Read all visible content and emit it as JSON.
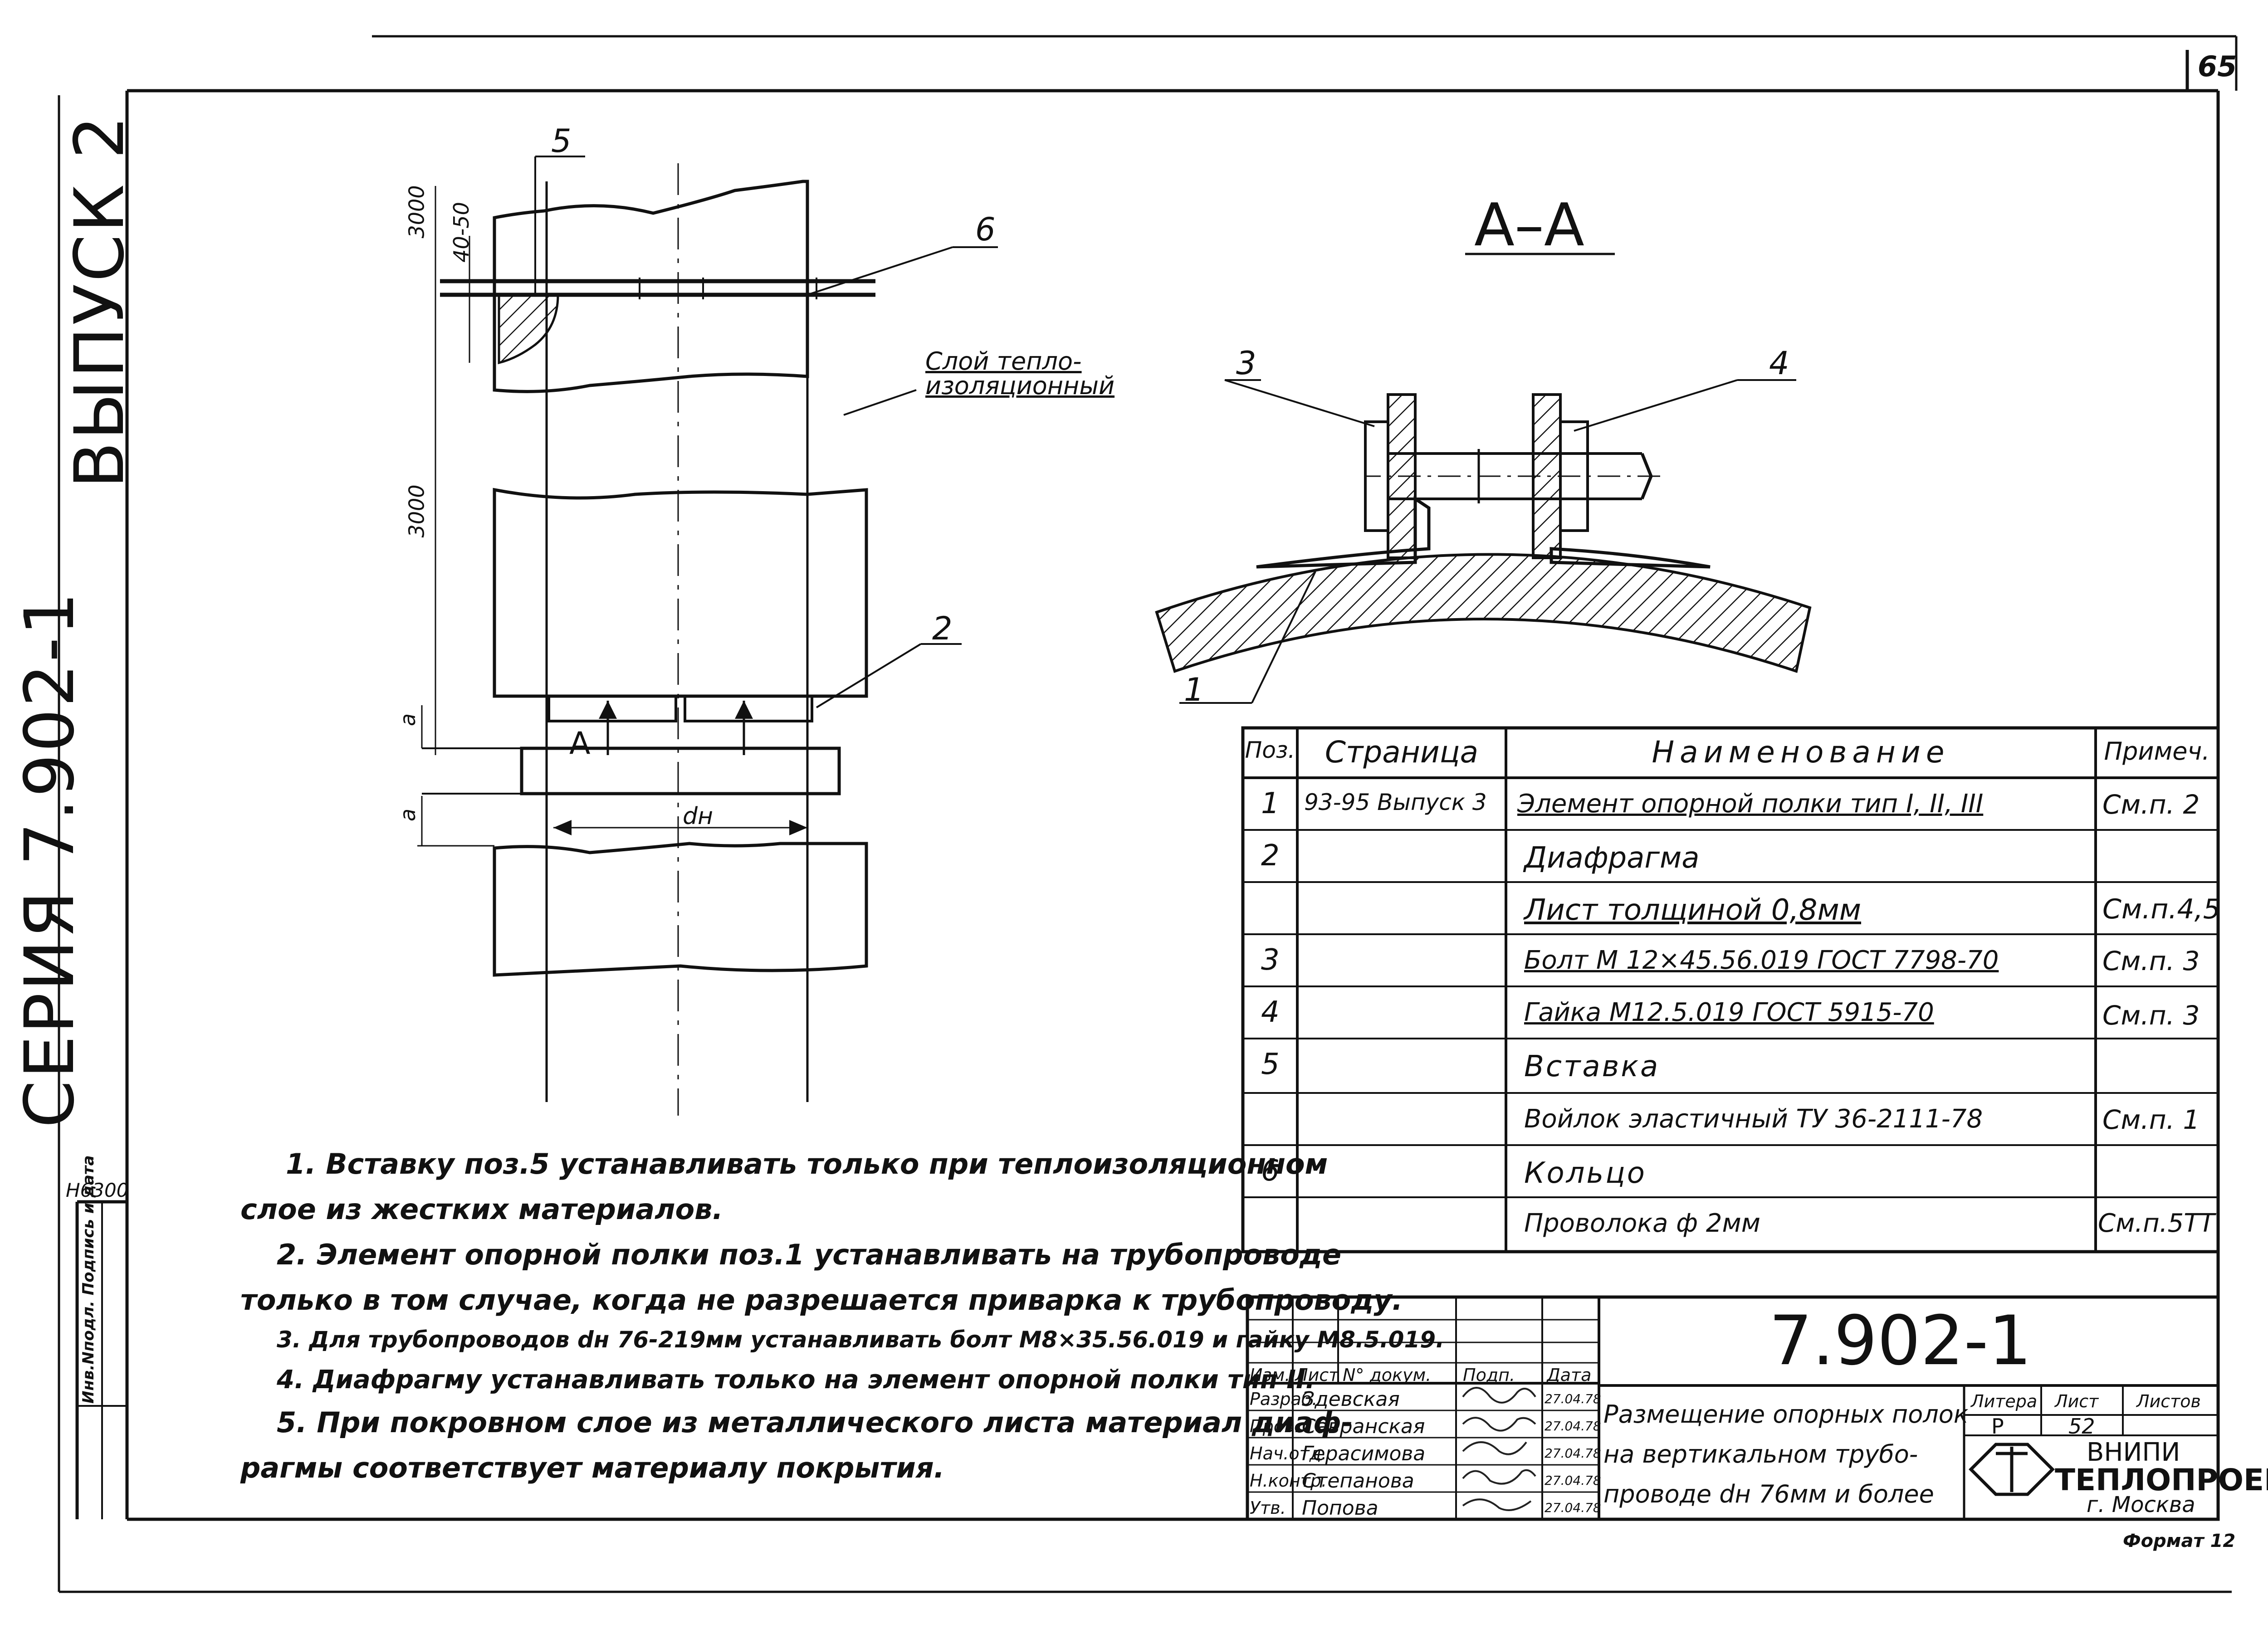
{
  "page_number": "65",
  "side": {
    "series": "СЕРИЯ 7.902-1",
    "issue": "ВЫПУСК 2",
    "inv_code": "H6300",
    "inv_label": "Инв.Nподл. Подпись и дата"
  },
  "drawing": {
    "labels": {
      "l5": "5",
      "l6": "6",
      "l2": "2",
      "insulation": [
        "Слой тепло-",
        "изоляционный"
      ],
      "dim_3000_top": "3000",
      "dim_40_50": "40-50",
      "dim_3000_mid": "3000",
      "dim_a1": "a",
      "dim_a2": "a",
      "dn": "dн",
      "arrow_a": "A"
    },
    "section": {
      "title": "А–А",
      "l3": "3",
      "l4": "4",
      "l1": "1"
    }
  },
  "spec": {
    "headers": [
      "Поз.",
      "Страница",
      "Наименование",
      "Примеч."
    ],
    "rows": [
      {
        "pos": "1",
        "page": "93-95 Выпуск 3",
        "name": "Элемент опорной полки тип I, II, III",
        "note": "См.п. 2"
      },
      {
        "pos": "2",
        "page": "",
        "name": "Диафрагма",
        "note": ""
      },
      {
        "pos": "",
        "page": "",
        "name": "Лист толщиной 0,8мм",
        "note": "См.п.4,5"
      },
      {
        "pos": "3",
        "page": "",
        "name": "Болт М 12×45.56.019 ГОСТ 7798-70",
        "note": "См.п. 3"
      },
      {
        "pos": "4",
        "page": "",
        "name": "Гайка М12.5.019 ГОСТ 5915-70",
        "note": "См.п. 3"
      },
      {
        "pos": "5",
        "page": "",
        "name": "Вставка",
        "note": ""
      },
      {
        "pos": "",
        "page": "",
        "name": "Войлок эластичный ТУ 36-2111-78",
        "note": "См.п. 1"
      },
      {
        "pos": "6",
        "page": "",
        "name": "Кольцо",
        "note": ""
      },
      {
        "pos": "",
        "page": "",
        "name": "Проволока ф 2мм",
        "note": "См.п.5ТТ"
      }
    ]
  },
  "notes": [
    "1. Вставку поз.5 устанавливать только при теплоизоляционном",
    "слое из жестких материалов.",
    "2. Элемент опорной полки поз.1 устанавливать на трубопроводе",
    "только в том случае, когда не разрешается приварка к трубопроводу.",
    "3. Для трубопроводов dн 76-219мм устанавливать болт М8×35.56.019 и гайку М8.5.019.",
    "4. Диафрагму устанавливать только на элемент опорной полки тип II.",
    "5. При покровном слое из металлического листа материал диаф-",
    "рагмы соответствует материалу покрытия."
  ],
  "title_block": {
    "doc_number": "7.902-1",
    "stamp_headers": [
      "Изм.",
      "Лист",
      "N° докум.",
      "Подп.",
      "Дата"
    ],
    "people": [
      {
        "role": "Разраб.",
        "name": "Здевская",
        "date": "27.04.78"
      },
      {
        "role": "Пров.",
        "name": "Савранская",
        "date": "27.04.78"
      },
      {
        "role": "Нач.отд.",
        "name": "Герасимова",
        "date": "27.04.78"
      },
      {
        "role": "Н.контр.",
        "name": "Степанова",
        "date": "27.04.78"
      },
      {
        "role": "Утв.",
        "name": "Попова",
        "date": "27.04.78"
      }
    ],
    "title": [
      "Размещение опорных полок",
      "на вертикальном трубо-",
      "проводе dн 76мм и более"
    ],
    "stage_headers": [
      "Литера",
      "Лист",
      "Листов"
    ],
    "stage": "Р",
    "sheet": "52",
    "sheets": "",
    "org": [
      "ВНИПИ",
      "ТЕПЛОПРОЕКТ",
      "г. Москва"
    ],
    "format": "Формат 12"
  }
}
